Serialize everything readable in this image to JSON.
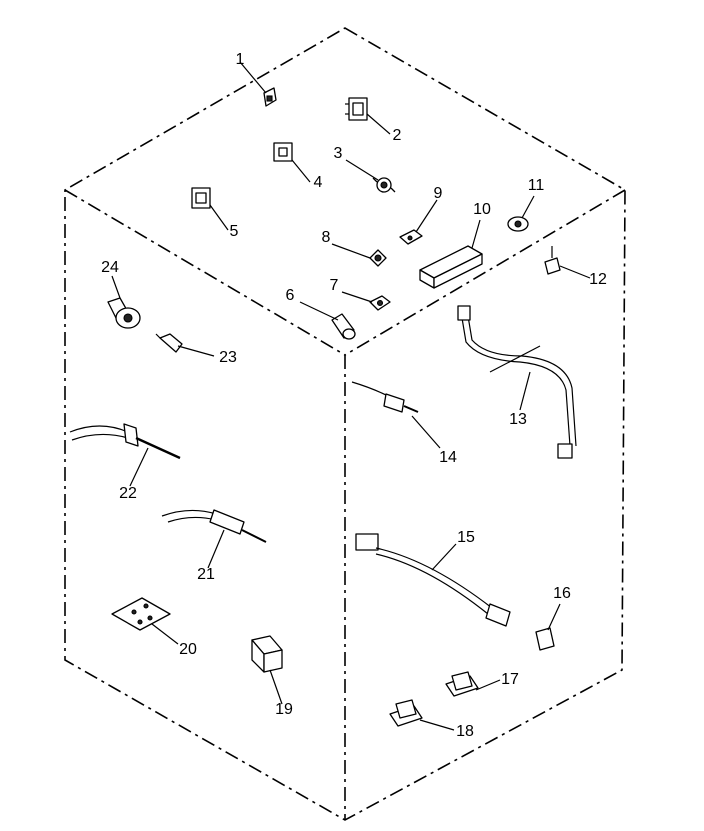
{
  "callouts": [
    "1",
    "2",
    "3",
    "4",
    "5",
    "6",
    "7",
    "8",
    "9",
    "10",
    "11",
    "12",
    "13",
    "14",
    "15",
    "16",
    "17",
    "18",
    "19",
    "20",
    "21",
    "22",
    "23",
    "24"
  ],
  "icons": [
    "bracket-icon",
    "plug-icon",
    "switch-icon",
    "fuse-icon",
    "thermostat-icon",
    "relay-icon",
    "harness-icon",
    "sensor-icon",
    "board-icon",
    "bulb-icon"
  ]
}
